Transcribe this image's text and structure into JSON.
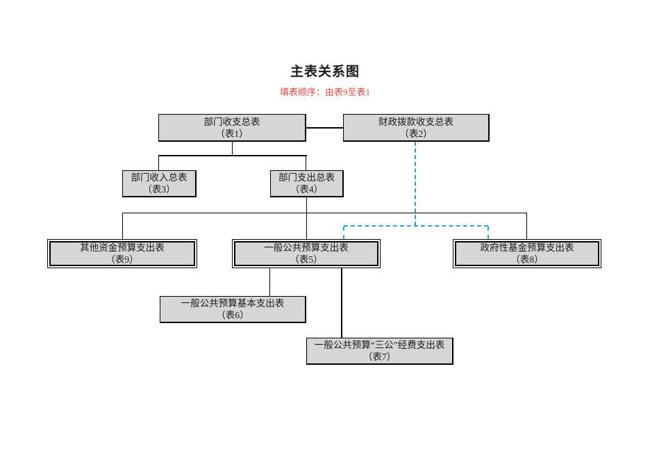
{
  "title": "主表关系图",
  "subtitle": "填表顺序：由表9至表1",
  "colors": {
    "box_fill": "#d6d6d6",
    "border": "#000000",
    "dashed_connector": "#29a3d7",
    "subtitle_text": "#e04a42"
  },
  "boxes": [
    {
      "id": "table1",
      "line1": "部门收支总表",
      "line2": "（表1）",
      "border": "single"
    },
    {
      "id": "table2",
      "line1": "财政拨款收支总表",
      "line2": "（表2）",
      "border": "single"
    },
    {
      "id": "table3",
      "line1": "部门收入总表",
      "line2": "（表3）",
      "border": "single"
    },
    {
      "id": "table4",
      "line1": "部门支出总表",
      "line2": "（表4）",
      "border": "single"
    },
    {
      "id": "table5",
      "line1": "一般公共预算支出表",
      "line2": "（表5）",
      "border": "double"
    },
    {
      "id": "table6",
      "line1": "一般公共预算基本支出表",
      "line2": "（表6）",
      "border": "single"
    },
    {
      "id": "table7",
      "line1": "一般公共预算“三公”经费支出表",
      "line2": "（表7）",
      "border": "single"
    },
    {
      "id": "table8",
      "line1": "政府性基金预算支出表",
      "line2": "（表8）",
      "border": "double"
    },
    {
      "id": "table9",
      "line1": "其他资金预算支出表",
      "line2": "（表9）",
      "border": "double"
    }
  ],
  "connections": {
    "solid": [
      "表1—表2",
      "表1—表3",
      "表1—表4",
      "表4—表9",
      "表4—表5",
      "表4—表8",
      "表5—表6",
      "表5—表7"
    ],
    "dashed": [
      "表2—表5",
      "表2—表8"
    ]
  }
}
